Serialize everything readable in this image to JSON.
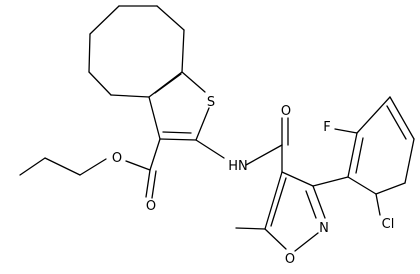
{
  "molecule": {
    "atom_labels": {
      "sulfur": "S",
      "amide_nitrogen": "HN",
      "isoxazole_nitrogen": "N",
      "isoxazole_oxygen": "O",
      "ester_carbonyl_oxygen": "O",
      "ester_ether_oxygen": "O",
      "amide_carbonyl_oxygen": "O",
      "fluorine": "F",
      "chlorine": "Cl"
    }
  }
}
